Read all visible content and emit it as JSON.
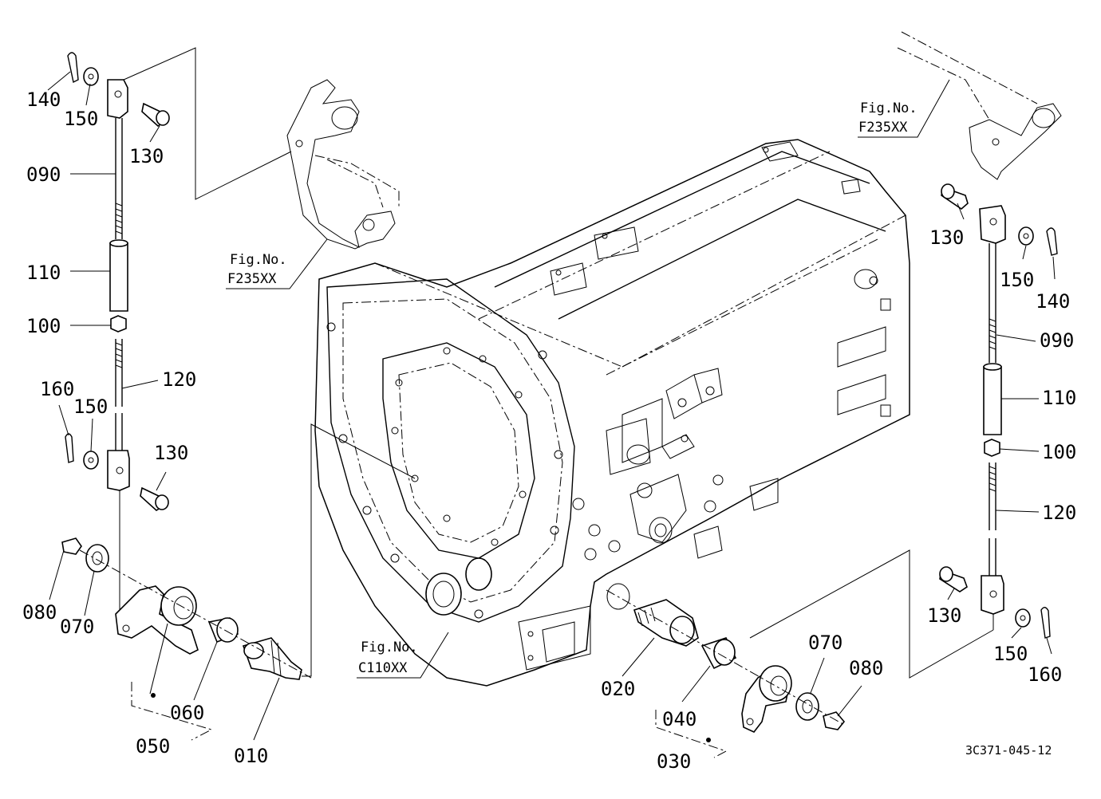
{
  "left_assembly": {
    "part_140": "140",
    "part_150_top": "150",
    "part_130_top": "130",
    "part_090": "090",
    "part_110": "110",
    "part_100": "100",
    "part_120": "120",
    "part_160": "160",
    "part_150_low": "150",
    "part_130_low": "130",
    "part_080": "080",
    "part_070": "070",
    "part_060": "060",
    "part_050": "050",
    "part_010": "010"
  },
  "right_assembly": {
    "part_130_top": "130",
    "part_150_top": "150",
    "part_140": "140",
    "part_090": "090",
    "part_110": "110",
    "part_100": "100",
    "part_120": "120",
    "part_130_low": "130",
    "part_150_low": "150",
    "part_160": "160",
    "part_070": "070",
    "part_080": "080",
    "part_020": "020",
    "part_040": "040",
    "part_030": "030"
  },
  "figure_refs": {
    "left_pedal": {
      "line1": "Fig.No.",
      "line2": "F235XX"
    },
    "right_pedal": {
      "line1": "Fig.No.",
      "line2": "F235XX"
    },
    "housing": {
      "line1": "Fig.No.",
      "line2": "C110XX"
    }
  },
  "drawing_code": "3C371-045-12"
}
